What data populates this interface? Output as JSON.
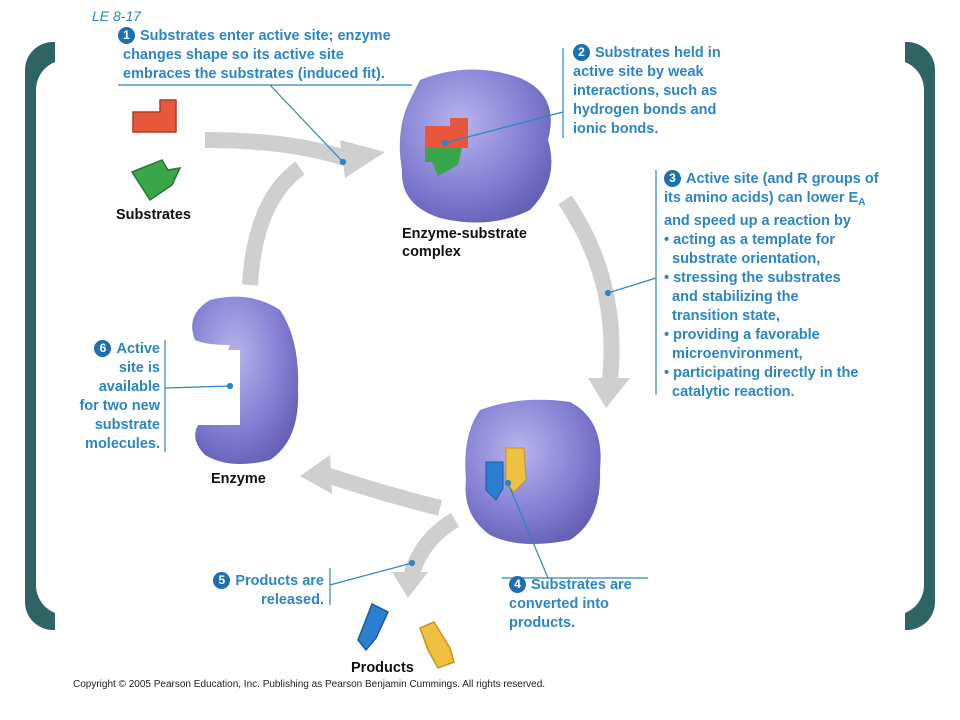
{
  "slide_label": "LE 8-17",
  "steps": [
    {
      "number": "1",
      "lines": [
        "Substrates enter active site; enzyme",
        "changes shape so its active site",
        "embraces the substrates (induced fit)."
      ]
    },
    {
      "number": "2",
      "lines": [
        "Substrates held in",
        "active site by weak",
        "interactions, such as",
        "hydrogen bonds and",
        "ionic bonds."
      ]
    },
    {
      "number": "3",
      "lines": [
        "Active site (and R groups of",
        "its amino acids) can lower E",
        "and speed up a reaction by",
        "• acting as a template for",
        "  substrate orientation,",
        "• stressing the substrates",
        "  and stabilizing the",
        "  transition state,",
        "• providing a favorable",
        "  microenvironment,",
        "• participating directly in the",
        "  catalytic reaction."
      ],
      "subscript": "A"
    },
    {
      "number": "4",
      "lines": [
        "Substrates are",
        "converted into",
        "products."
      ]
    },
    {
      "number": "5",
      "lines": [
        "Products are",
        "released."
      ]
    },
    {
      "number": "6",
      "lines": [
        "Active",
        "site is",
        "available",
        "for two new",
        "substrate",
        "molecules."
      ]
    }
  ],
  "labels": {
    "substrates": "Substrates",
    "complex": "Enzyme-substrate\ncomplex",
    "enzyme": "Enzyme",
    "products": "Products"
  },
  "copyright": "Copyright © 2005 Pearson Education, Inc. Publishing as Pearson Benjamin Cummings. All rights reserved.",
  "colors": {
    "frame": "#2e6464",
    "enzyme": "#8682d4",
    "arrow": "#cfcfcf",
    "text_blue": "#2a86c8",
    "substrate_red": "#e8563c",
    "substrate_green": "#3aa64a",
    "product_blue": "#2b7fd0",
    "product_yellow": "#f0c040"
  }
}
